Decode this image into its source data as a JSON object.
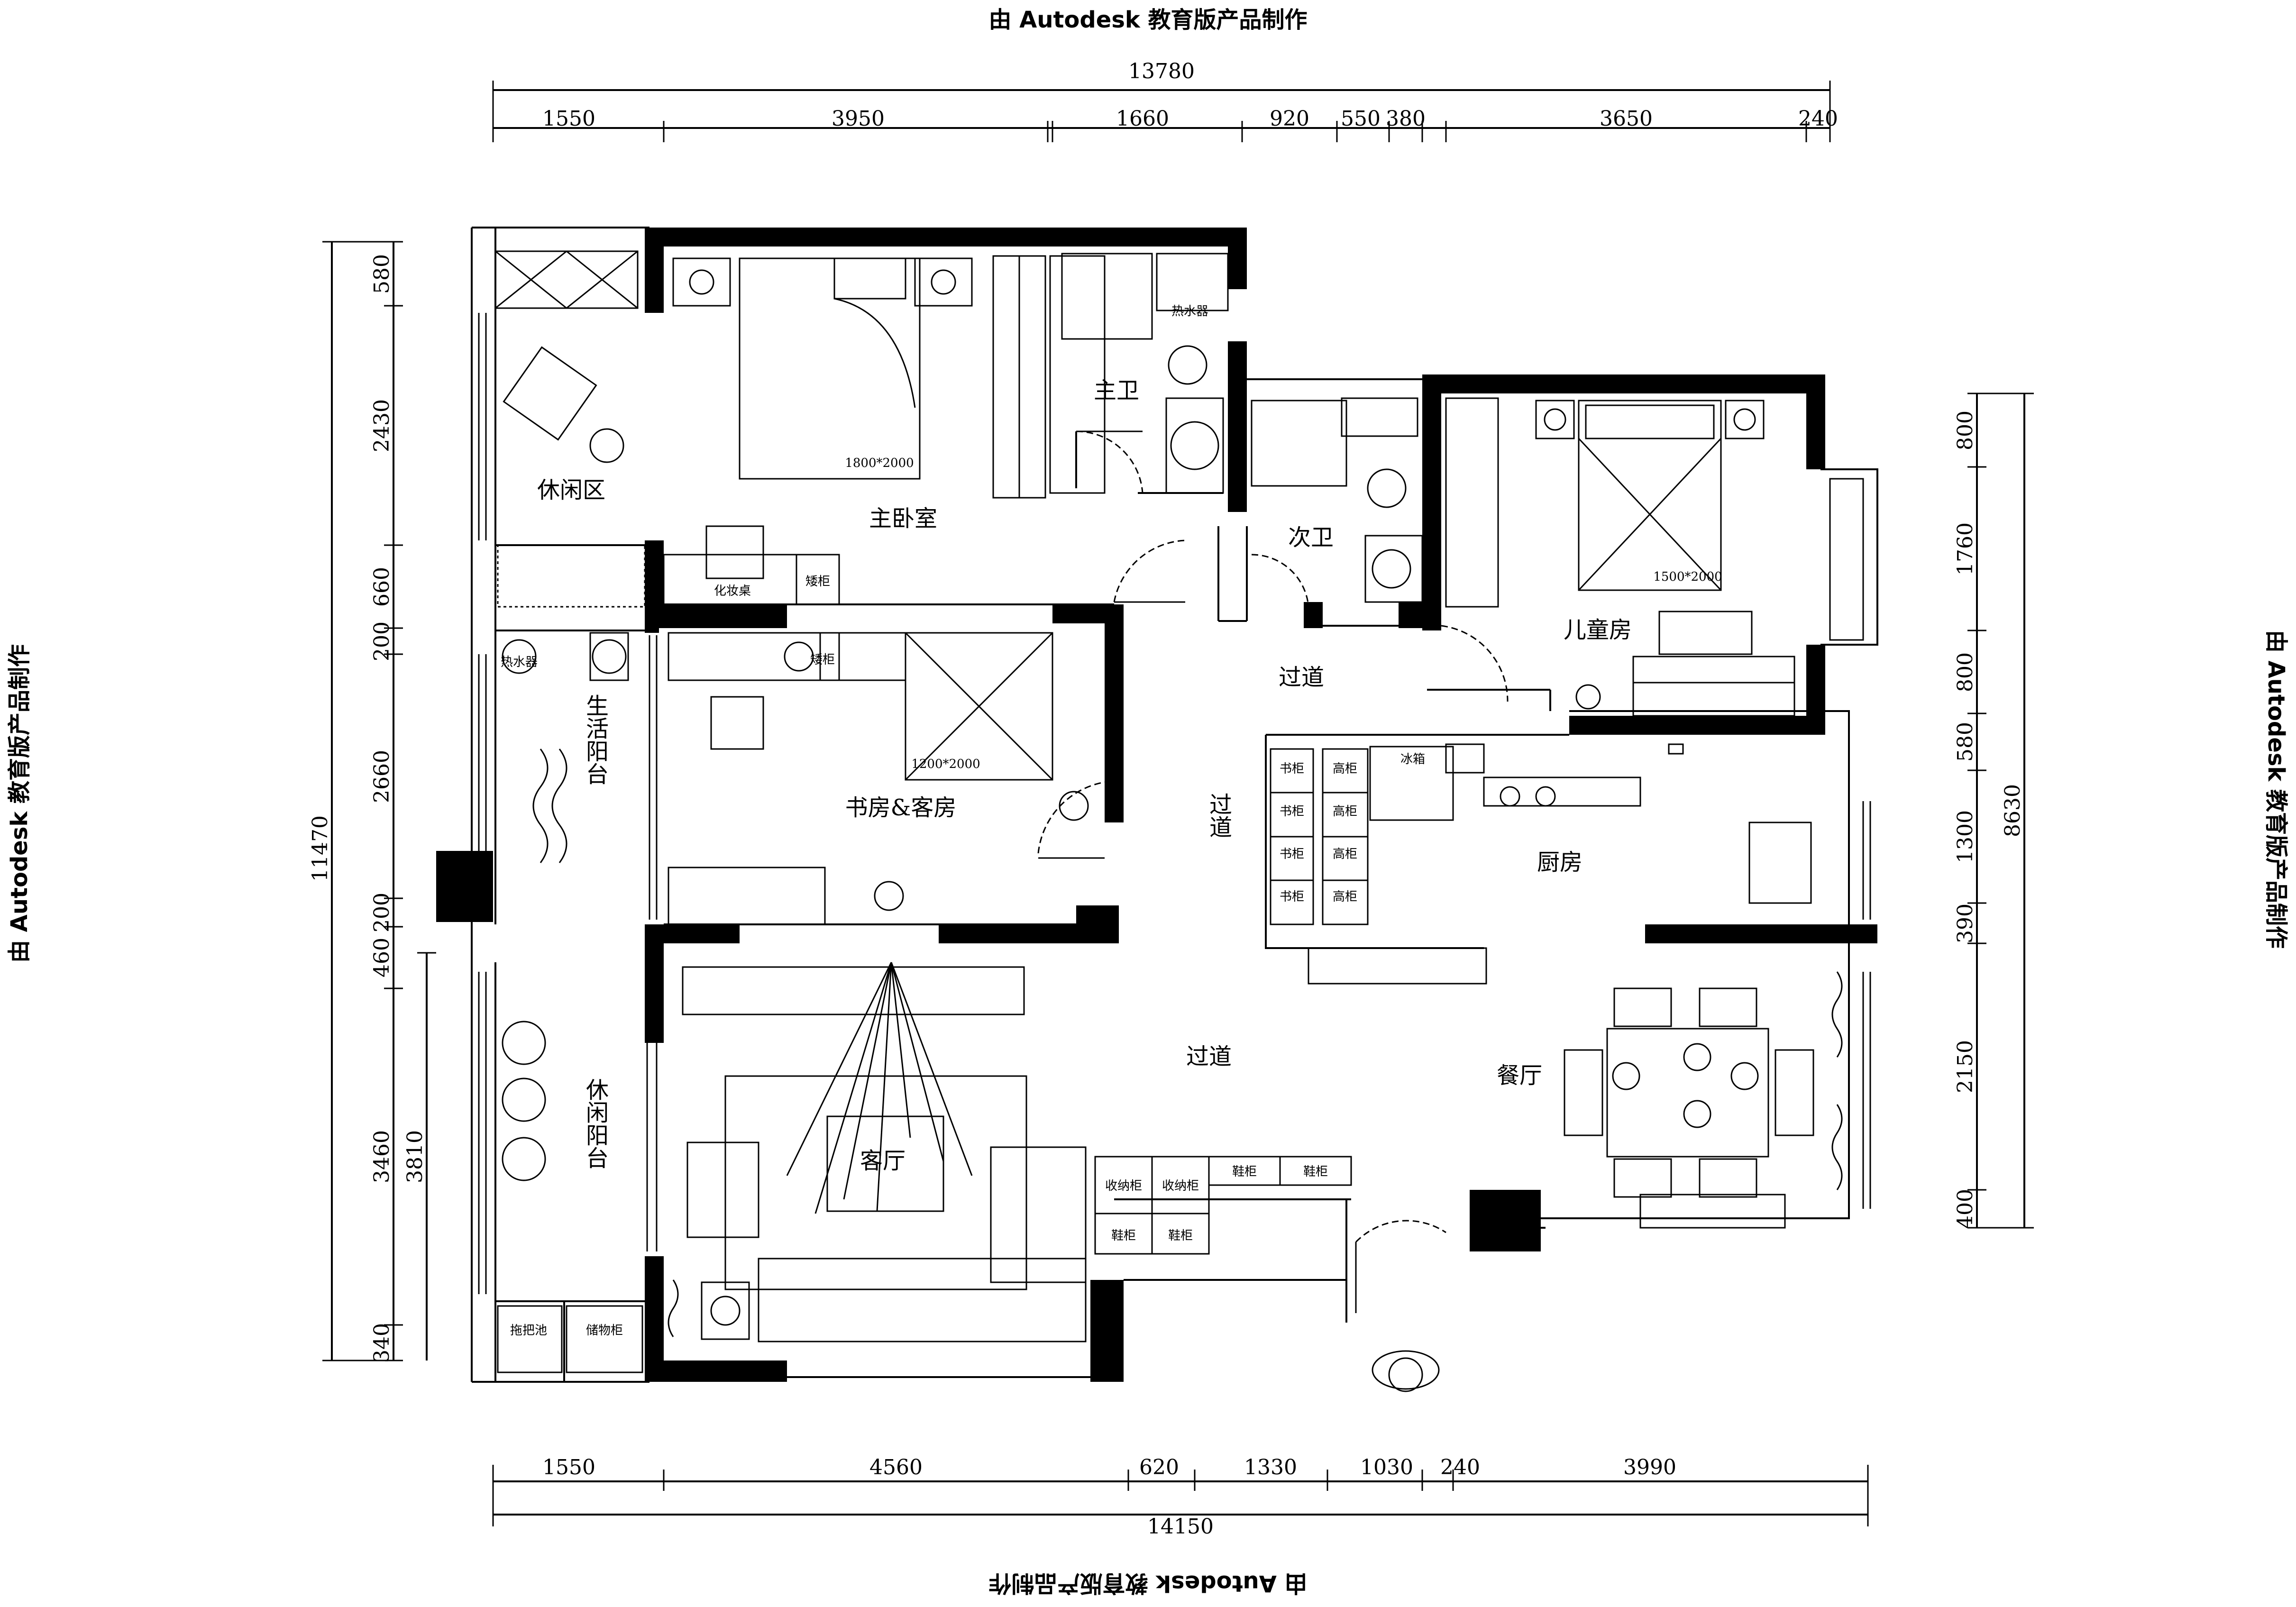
{
  "watermark": {
    "text": "由 Autodesk 教育版产品制作"
  },
  "dimensions": {
    "top_total": "13780",
    "top_segments": [
      "1550",
      "3950",
      "1660",
      "920",
      "550",
      "380",
      "3650",
      "240"
    ],
    "bottom_total": "14150",
    "bottom_segments": [
      "1550",
      "4560",
      "620",
      "1330",
      "1030",
      "240",
      "3990"
    ],
    "left_total": "11470",
    "left_segments": [
      "580",
      "2430",
      "660",
      "200",
      "2660",
      "200",
      "460",
      "3460",
      "340"
    ],
    "left_inner": "3810",
    "right_total": "8630",
    "right_segments": [
      "800",
      "1760",
      "800",
      "580",
      "1300",
      "390",
      "2150",
      "400"
    ]
  },
  "rooms": {
    "leisure_area": "休闲区",
    "master_bedroom": "主卧室",
    "master_bath": "主卫",
    "second_bath": "次卫",
    "kids_room": "儿童房",
    "corridor_1": "过道",
    "corridor_2": "过道",
    "corridor_3": "过道",
    "study_guest": "书房&客房",
    "service_balcony": "生活阳台",
    "leisure_balcony": "休闲阳台",
    "living_room": "客厅",
    "kitchen": "厨房",
    "dining_room": "餐厅"
  },
  "furniture": {
    "bed_master": "1800*2000",
    "bed_kids": "1500*2000",
    "bed_study": "1200*2000",
    "vanity": "化妆桌",
    "cabinet_short_1": "矮柜",
    "cabinet_short_2": "矮柜",
    "water_heater_1": "热水器",
    "water_heater_2": "热水器",
    "bookcase": "书柜",
    "tall_cabinet": "高柜",
    "storage_cabinet": "收纳柜",
    "shoe_cabinet": "鞋柜",
    "mop_sink": "拖把池",
    "storage_closet": "储物柜",
    "fridge": "冰箱"
  }
}
